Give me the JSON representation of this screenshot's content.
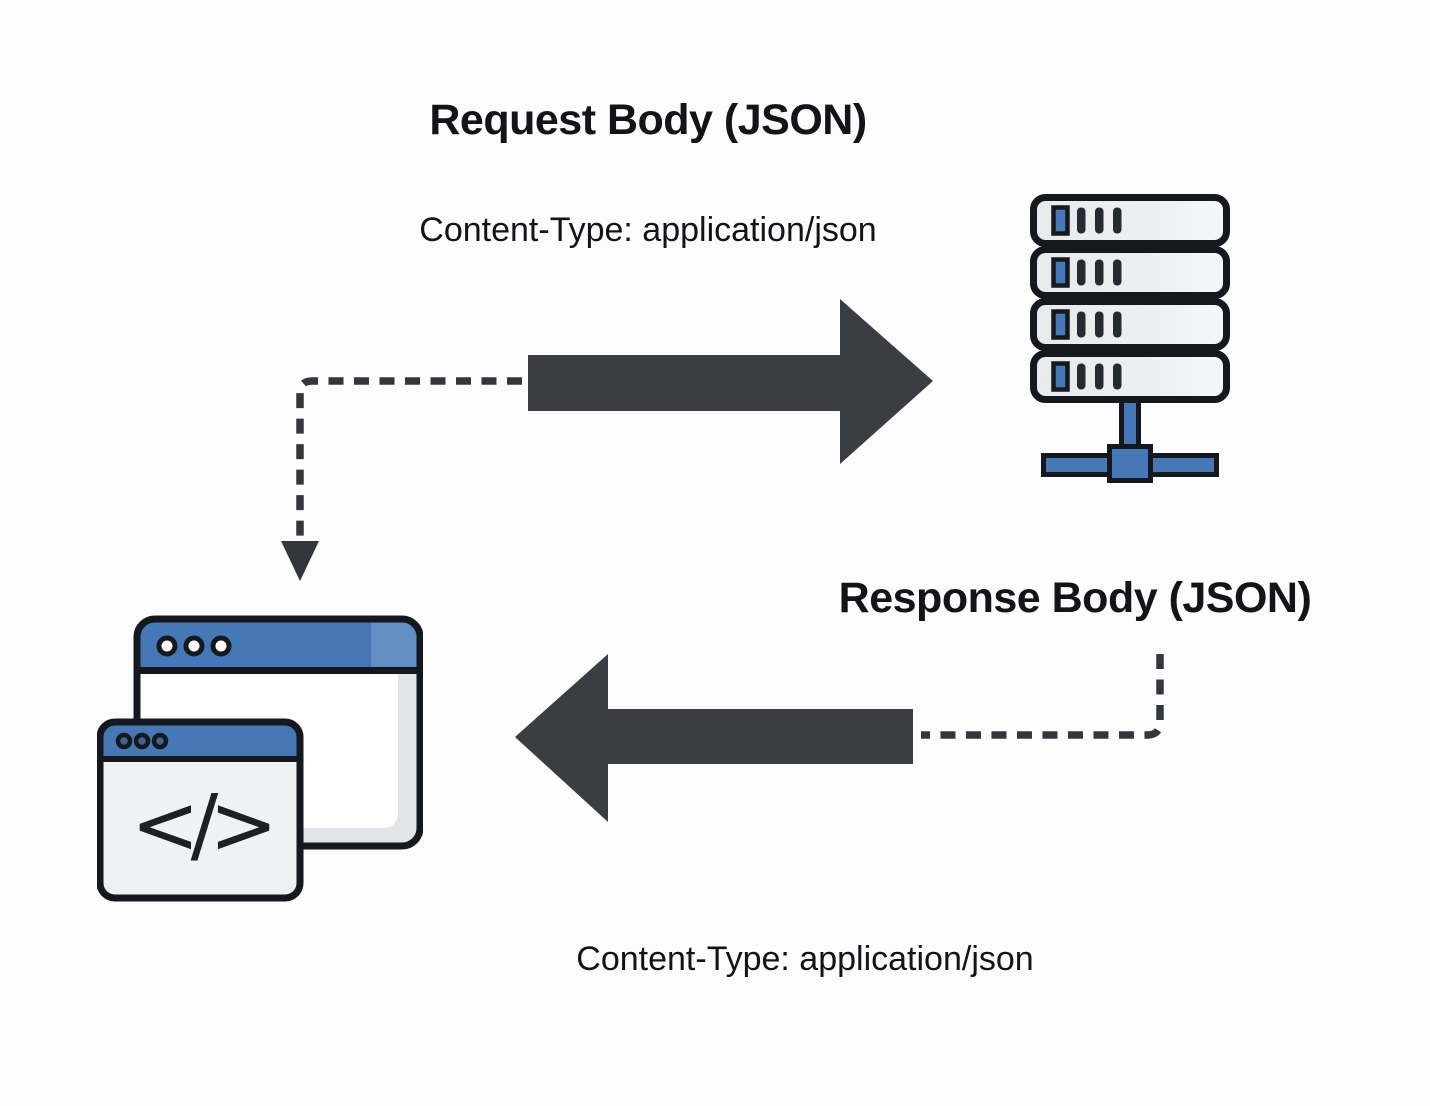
{
  "diagram": {
    "description": "Client-server JSON exchange flow diagram"
  },
  "request": {
    "title": "Request Body (JSON)",
    "content_type_label": "Content-Type: application/json"
  },
  "response": {
    "title": "Response Body (JSON)",
    "content_type_label": "Content-Type: application/json"
  },
  "client": {
    "code_glyph": "</>"
  },
  "icons": {
    "server": "server-rack-icon",
    "client": "code-browser-windows-icon",
    "request_arrow": "solid-right-arrow",
    "response_arrow": "solid-left-arrow",
    "request_connector": "dashed-down-connector-arrow",
    "response_connector": "dashed-elbow-connector"
  },
  "colors": {
    "background": "#fcfcfd",
    "text": "#121417",
    "arrow_dark": "#3a3d43",
    "dash_dark": "#33363c",
    "outline": "#15181f",
    "blue": "#4678b5",
    "blue_light": "#7ba0cc",
    "window_gray": "#e2e4e7",
    "front_window_body": "#f0f1f3",
    "slot_dark": "#262a31"
  }
}
